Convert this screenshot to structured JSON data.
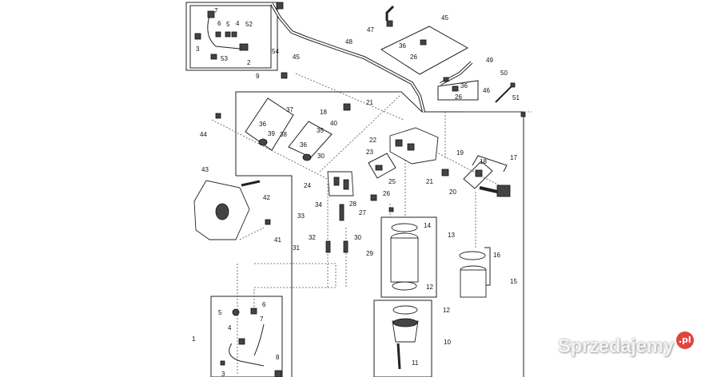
{
  "callouts": [
    "7",
    "6",
    "5",
    "4",
    "52",
    "3",
    "53",
    "2",
    "54",
    "45",
    "47",
    "36",
    "26",
    "48",
    "49",
    "36",
    "26",
    "46",
    "50",
    "51",
    "45",
    "9",
    "18",
    "40",
    "21",
    "37",
    "36",
    "39",
    "38",
    "35",
    "36",
    "30",
    "44",
    "22",
    "23",
    "19",
    "17",
    "18",
    "21",
    "20",
    "43",
    "42",
    "24",
    "25",
    "26",
    "28",
    "27",
    "34",
    "33",
    "41",
    "32",
    "30",
    "31",
    "29",
    "14",
    "13",
    "16",
    "15",
    "12",
    "5",
    "6",
    "7",
    "4",
    "1",
    "8",
    "3",
    "12",
    "10",
    "11"
  ],
  "watermark": {
    "text": "Sprzedajemy",
    "suffix": ".pl",
    "accent": "#e0463e"
  }
}
